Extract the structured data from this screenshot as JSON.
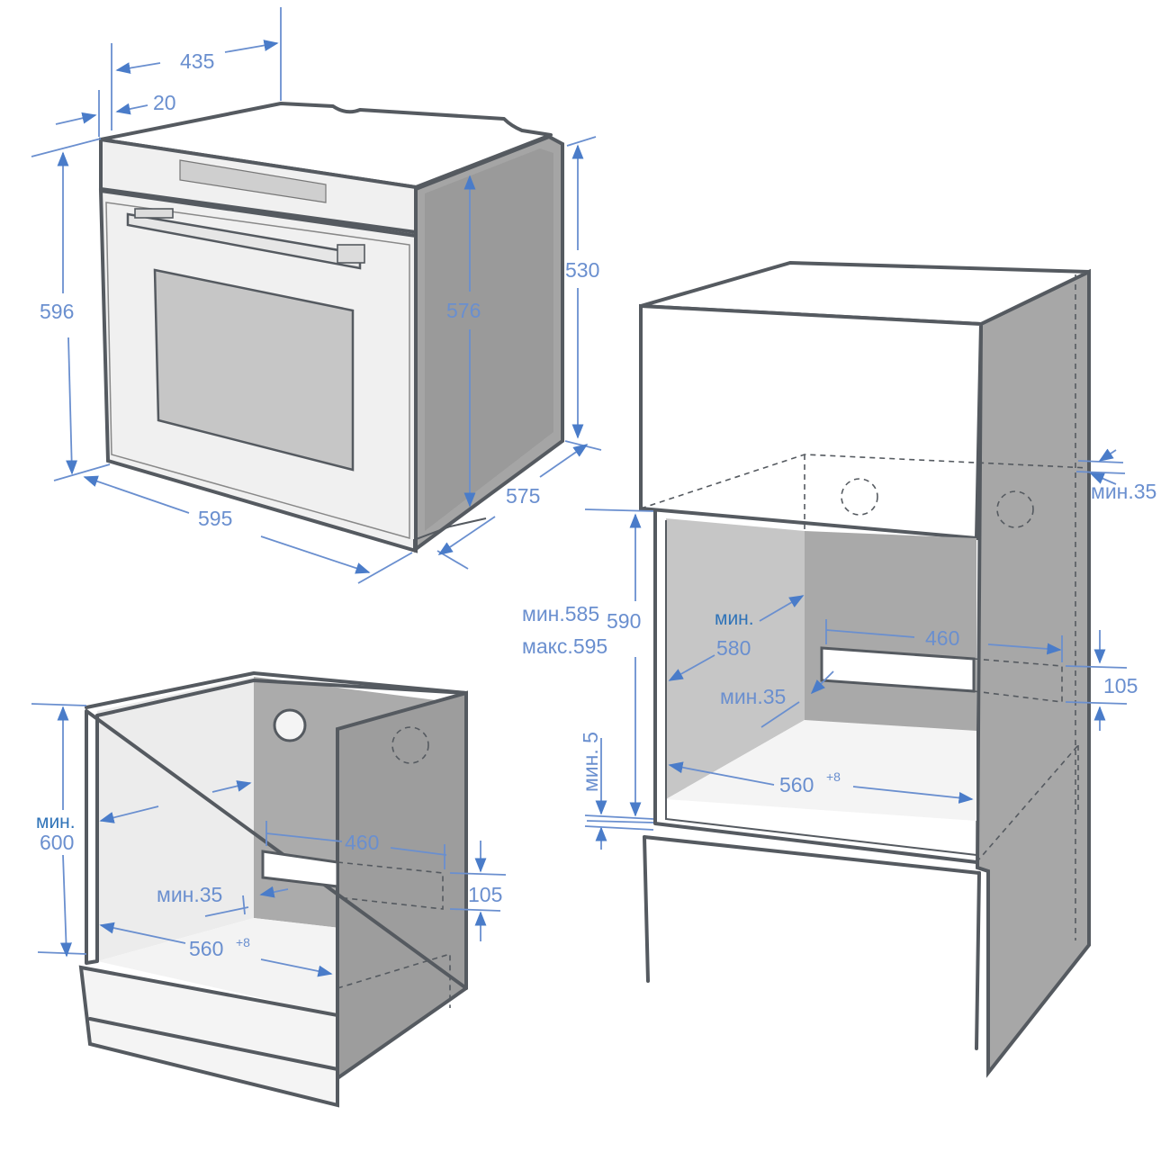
{
  "oven": {
    "width": "595",
    "height": "596",
    "depth": "575",
    "top_depth": "435",
    "front_panel": "20",
    "body_height": "576",
    "side_height": "530"
  },
  "cabinet_under": {
    "min_label": "мин.",
    "min_height": "600",
    "vent_width": "460",
    "vent_height": "105",
    "vent_clearance": "мин.35",
    "niche_width": "560",
    "niche_tolerance": "+8"
  },
  "cabinet_column": {
    "top_gap": "мин.35",
    "min_height_label": "мин.585",
    "max_height_label": "макс.595",
    "niche_height": "590",
    "depth_min_label": "мин.",
    "depth_value": "580",
    "vent_width": "460",
    "vent_height": "105",
    "vent_clearance": "мин.35",
    "bottom_gap": "мин. 5",
    "niche_width": "560",
    "niche_tolerance": "+8"
  },
  "colors": {
    "outline": "#555a60",
    "dimension": "#6a8fcf",
    "panel_fill": "#f0f0f0",
    "side_fill": "#9a9a9a",
    "inner_fill": "#c8c8c8"
  }
}
